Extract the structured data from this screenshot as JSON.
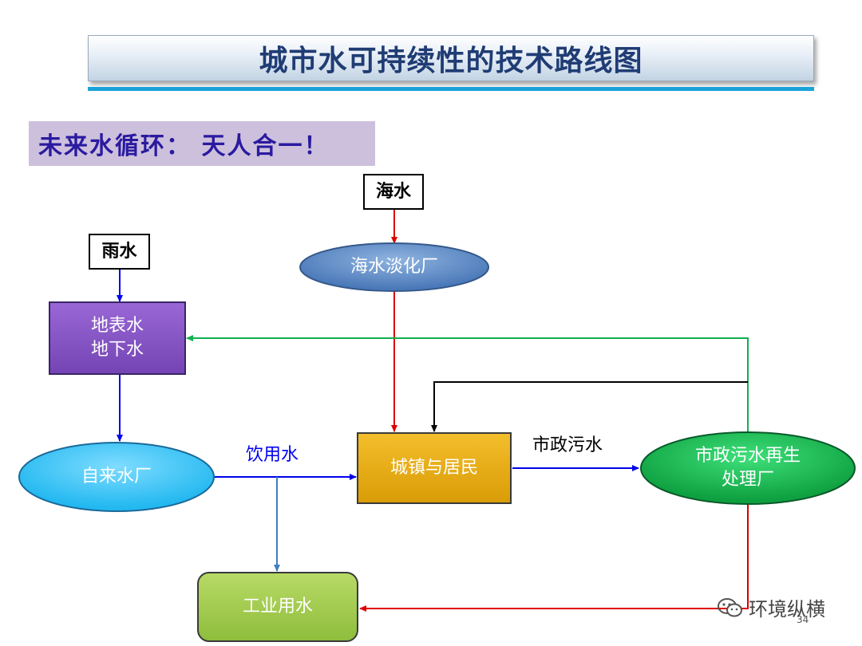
{
  "title": "城市水可持续性的技术路线图",
  "subtitle": "未来水循环： 天人合一！",
  "nodes": {
    "seawater": "海水",
    "rain": "雨水",
    "desalination": "海水淡化厂",
    "surface_ground_line1": "地表水",
    "surface_ground_line2": "地下水",
    "waterworks": "自来水厂",
    "town": "城镇与居民",
    "reclaim_line1": "市政污水再生",
    "reclaim_line2": "处理厂",
    "industrial": "工业用水"
  },
  "edge_labels": {
    "drinking": "饮用水",
    "sewage": "市政污水"
  },
  "watermark": "环境纵横",
  "page_number": "34",
  "colors": {
    "title_text": "#1f3c74",
    "accent_rule": "#1aa3d9",
    "subtitle_bg": "#ccc0dc",
    "subtitle_text": "#2a1aa0",
    "arrow_blue": "#0000ee",
    "arrow_red": "#dd0000",
    "arrow_green": "#10b050",
    "arrow_black": "#000000",
    "arrow_steel": "#3f7fc0"
  }
}
